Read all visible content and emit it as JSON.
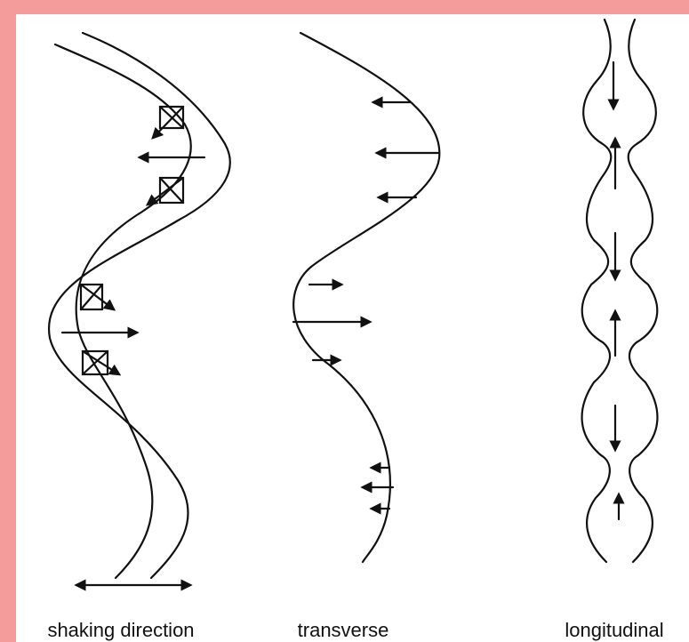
{
  "colors": {
    "frame": "#f49b9b",
    "background": "#ffffff",
    "ink": "#111111"
  },
  "panels": [
    {
      "id": "shaking",
      "label": "shaking direction"
    },
    {
      "id": "transverse",
      "label": "transverse"
    },
    {
      "id": "longitudinal",
      "label": "longitudinal"
    }
  ]
}
